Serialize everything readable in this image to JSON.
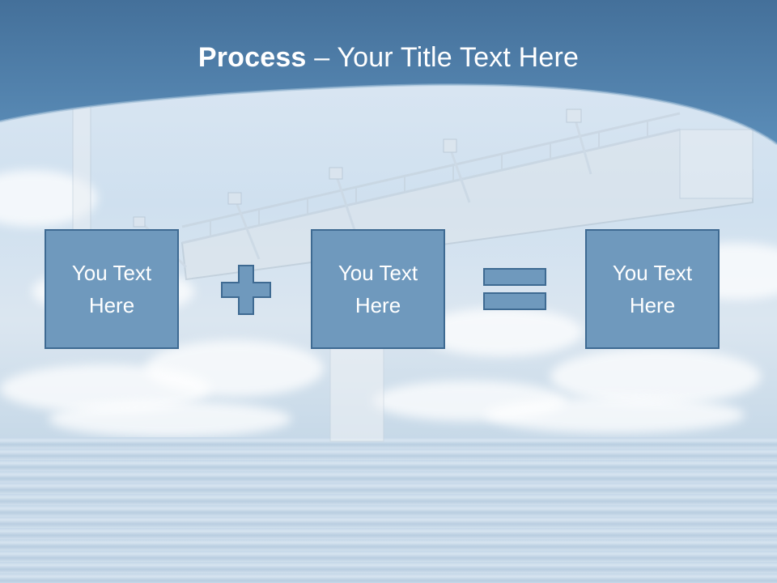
{
  "slide": {
    "title_bold": "Process",
    "title_rest": " – Your Title Text Here",
    "boxes": [
      {
        "text": "You Text Here"
      },
      {
        "text": "You Text Here"
      },
      {
        "text": "You Text Here"
      }
    ],
    "operators": [
      "plus-icon",
      "equals-icon"
    ],
    "colors": {
      "header": "#4a7ca6",
      "box_fill": "#6f99bd",
      "box_border": "#3e6a92",
      "title_text": "#ffffff"
    }
  }
}
